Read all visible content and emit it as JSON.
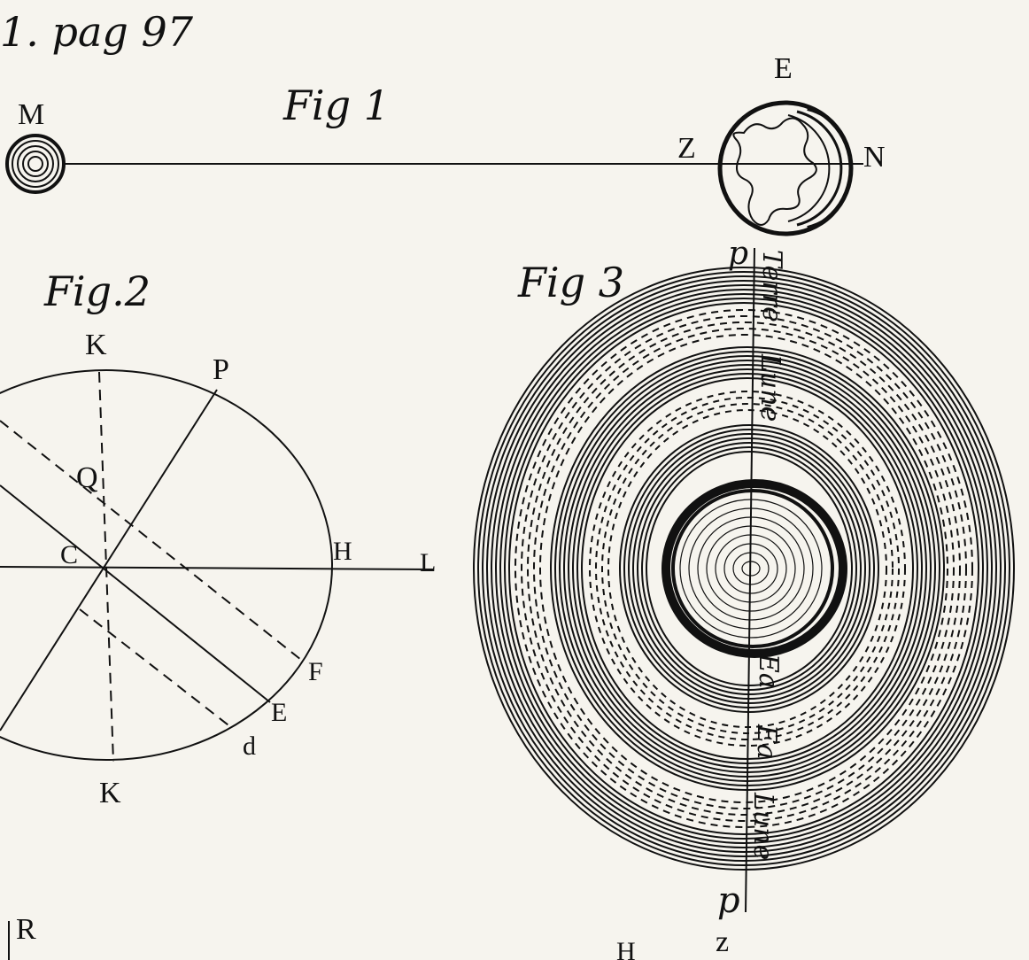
{
  "page_ref": "1. pag 97",
  "fig1": {
    "caption": "Fig 1",
    "labels": {
      "moon": "M",
      "top": "E",
      "left": "Z",
      "right": "N"
    }
  },
  "fig2": {
    "caption": "Fig.2",
    "labels": {
      "k_top": "K",
      "p": "P",
      "q": "Q",
      "c": "C",
      "h": "H",
      "l": "L",
      "f": "F",
      "e": "E",
      "d": "d",
      "k_bottom": "K",
      "r": "R"
    }
  },
  "fig3": {
    "caption": "Fig 3",
    "labels": {
      "p_top": "p",
      "p_bottom": "p",
      "z": "z",
      "h": "H"
    },
    "vertical_words": [
      "Terre",
      "Lune",
      "Ea",
      "Ea",
      "Lune"
    ]
  }
}
